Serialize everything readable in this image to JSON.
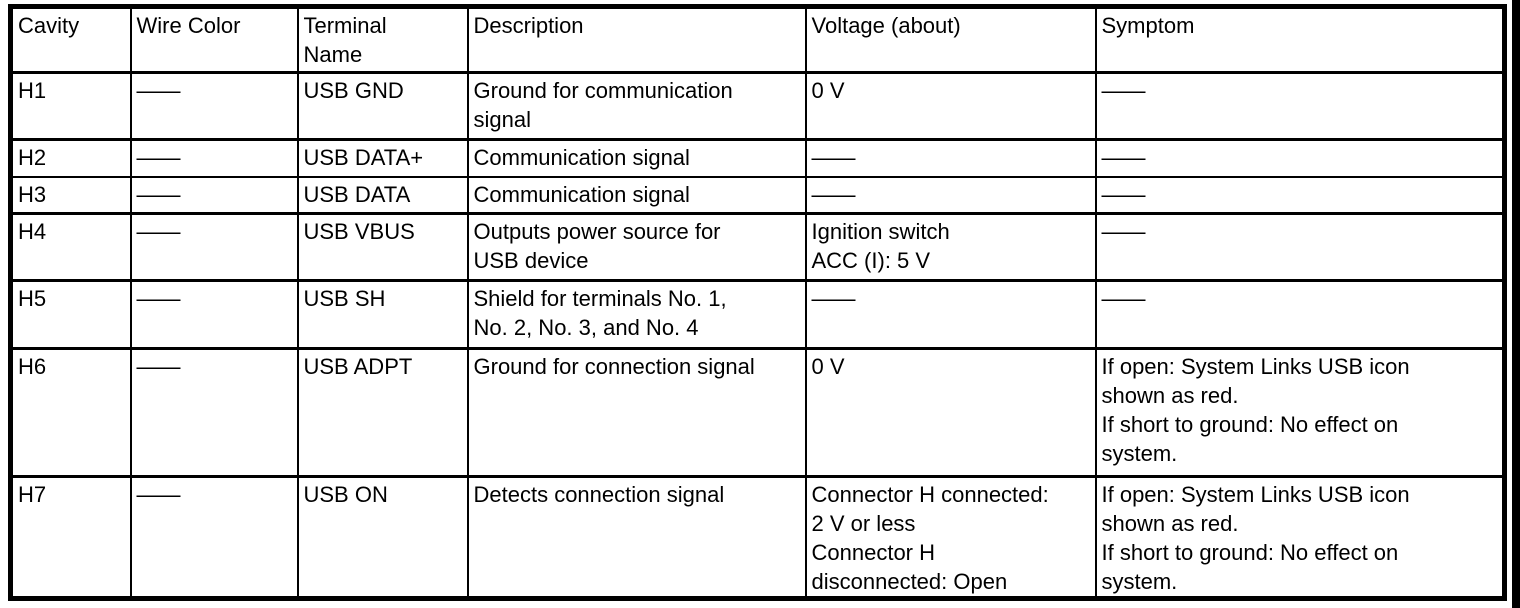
{
  "page": {
    "background_color": "#ffffff",
    "line_color": "#000000"
  },
  "table": {
    "columns": [
      {
        "key": "cavity",
        "label": "Cavity"
      },
      {
        "key": "wire_color",
        "label": "Wire Color"
      },
      {
        "key": "terminal_name",
        "label": "Terminal\nName"
      },
      {
        "key": "description",
        "label": "Description"
      },
      {
        "key": "voltage",
        "label": "Voltage (about)"
      },
      {
        "key": "symptom",
        "label": "Symptom"
      }
    ],
    "rows": [
      {
        "cavity": "H1",
        "wire_color": "——",
        "terminal_name": "USB GND",
        "description": "Ground for communication\nsignal",
        "voltage": "0 V",
        "symptom": "——"
      },
      {
        "cavity": "H2",
        "wire_color": "——",
        "terminal_name": "USB DATA+",
        "description": "Communication signal",
        "voltage": "——",
        "symptom": "——"
      },
      {
        "cavity": "H3",
        "wire_color": "——",
        "terminal_name": "USB DATA",
        "description": "Communication signal",
        "voltage": "——",
        "symptom": "——"
      },
      {
        "cavity": "H4",
        "wire_color": "——",
        "terminal_name": "USB VBUS",
        "description": "Outputs power source for\nUSB device",
        "voltage": "Ignition switch\nACC (I): 5 V",
        "symptom": "——"
      },
      {
        "cavity": "H5",
        "wire_color": "——",
        "terminal_name": "USB SH",
        "description": "Shield for terminals No. 1,\nNo. 2, No. 3, and No. 4",
        "voltage": "——",
        "symptom": "——"
      },
      {
        "cavity": "H6",
        "wire_color": "——",
        "terminal_name": "USB ADPT",
        "description": "Ground for connection signal",
        "voltage": "0 V",
        "symptom": "If open: System Links USB icon\nshown as red.\nIf short to ground: No effect on\nsystem."
      },
      {
        "cavity": "H7",
        "wire_color": "——",
        "terminal_name": "USB ON",
        "description": "Detects connection signal",
        "voltage": "Connector H connected:\n2 V or less\nConnector H\ndisconnected: Open",
        "symptom": "If open: System Links USB icon\nshown as red.\nIf short to ground: No effect on\nsystem."
      }
    ]
  }
}
